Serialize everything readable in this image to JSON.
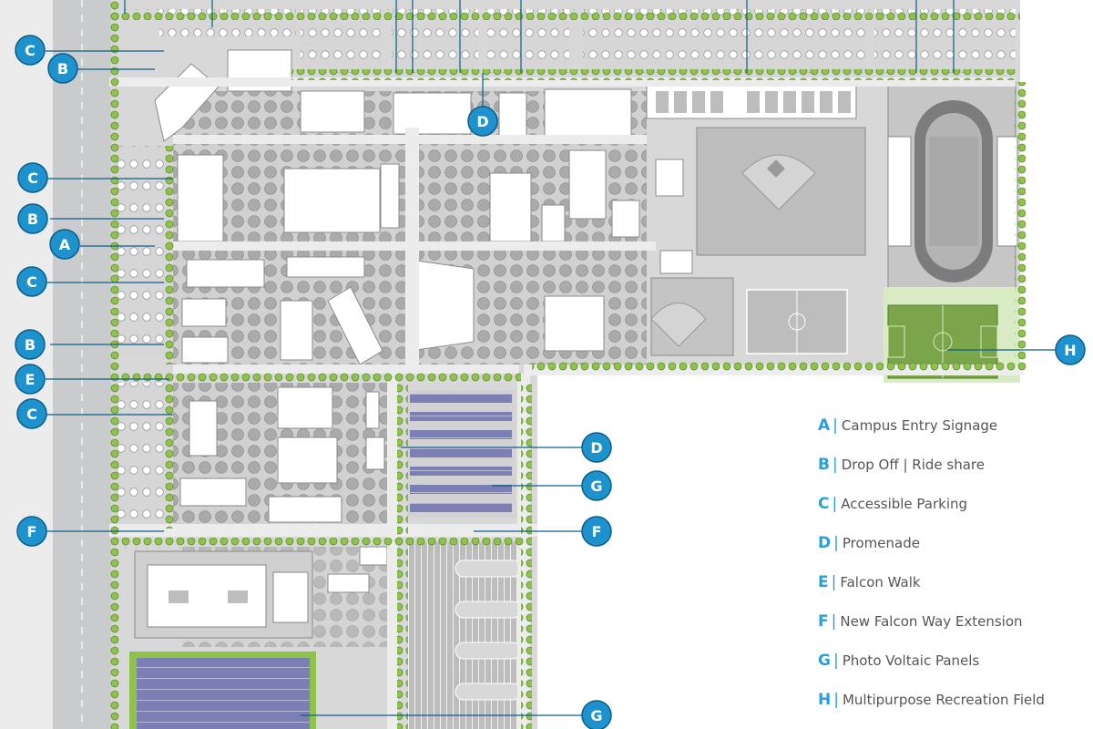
{
  "colors": {
    "callout_fill": "#1e92cc",
    "callout_stroke": "#0b5e8a",
    "legend_letter": "#2a9fd8",
    "legend_text": "#555555",
    "tree": "#8fc24a",
    "tree_dark": "#5e8f2e",
    "building": "#ffffff",
    "paving": "#d8d8d8",
    "recreation_field": "#7aa54a",
    "solar_panel": "#7b7fb5",
    "road": "#c9cbcd"
  },
  "callouts": [
    {
      "letter": "C"
    },
    {
      "letter": "B"
    },
    {
      "letter": "D"
    },
    {
      "letter": "C"
    },
    {
      "letter": "B"
    },
    {
      "letter": "A"
    },
    {
      "letter": "C"
    },
    {
      "letter": "B"
    },
    {
      "letter": "E"
    },
    {
      "letter": "C"
    },
    {
      "letter": "F"
    },
    {
      "letter": "D"
    },
    {
      "letter": "G"
    },
    {
      "letter": "F"
    },
    {
      "letter": "H"
    },
    {
      "letter": "G"
    }
  ],
  "legend": [
    {
      "letter": "A",
      "sep": "|",
      "label": "Campus Entry Signage"
    },
    {
      "letter": "B",
      "sep": "|",
      "label": "Drop Off | Ride share"
    },
    {
      "letter": "C",
      "sep": "|",
      "label": "Accessible Parking"
    },
    {
      "letter": "D",
      "sep": "|",
      "label": "Promenade"
    },
    {
      "letter": "E",
      "sep": "|",
      "label": "Falcon Walk"
    },
    {
      "letter": "F",
      "sep": "|",
      "label": "New Falcon Way Extension"
    },
    {
      "letter": "G",
      "sep": "|",
      "label": "Photo Voltaic Panels"
    },
    {
      "letter": "H",
      "sep": "|",
      "label": "Multipurpose Recreation Field"
    }
  ]
}
